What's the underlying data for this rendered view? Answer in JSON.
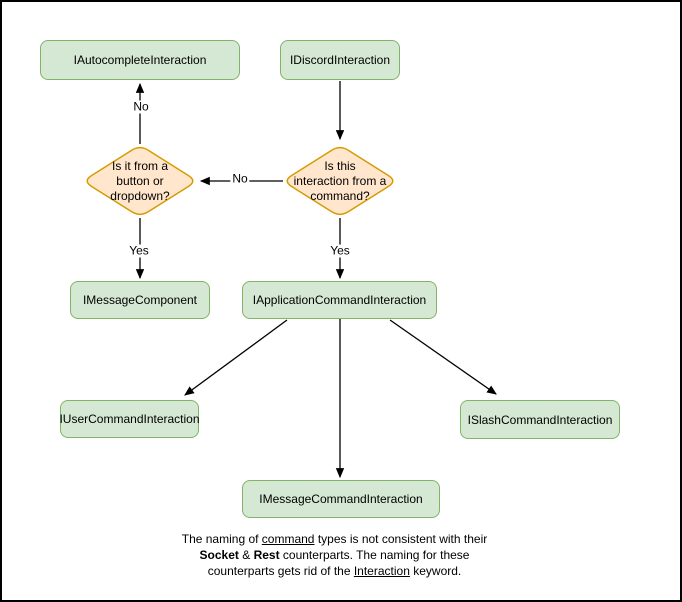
{
  "diagram": {
    "nodes": {
      "autocomplete": {
        "label": "IAutocompleteInteraction"
      },
      "discord": {
        "label": "IDiscordInteraction"
      },
      "message_component": {
        "label": "IMessageComponent"
      },
      "application_command": {
        "label": "IApplicationCommandInteraction"
      },
      "user_command": {
        "label": "IUserCommandInteraction"
      },
      "slash_command": {
        "label": "ISlashCommandInteraction"
      },
      "message_command": {
        "label": "IMessageCommandInteraction"
      }
    },
    "decisions": {
      "button_dropdown": {
        "label": "Is it from a\nbutton or\ndropdown?"
      },
      "from_command": {
        "label": "Is this\ninteraction from a\ncommand?"
      }
    },
    "edge_labels": {
      "no_to_autocomplete": "No",
      "no_to_button_dropdown": "No",
      "yes_to_message_component": "Yes",
      "yes_to_application_command": "Yes"
    },
    "caption": {
      "line1": {
        "pre": "The naming of ",
        "underlined": "command",
        "post": " types is not consistent with their"
      },
      "line2": {
        "bold1": "Socket",
        "mid": " & ",
        "bold2": "Rest",
        "post": " counterparts. The naming for these"
      },
      "line3": {
        "pre": "counterparts gets rid of the ",
        "underlined": "Interaction",
        "post": " keyword."
      }
    },
    "colors": {
      "node_fill": "#d5e8d4",
      "node_border": "#82b366",
      "decision_fill": "#ffe6cc",
      "decision_border": "#d79b00",
      "connector": "#000000",
      "text": "#000000",
      "background": "#ffffff",
      "frame_border": "#000000"
    }
  }
}
